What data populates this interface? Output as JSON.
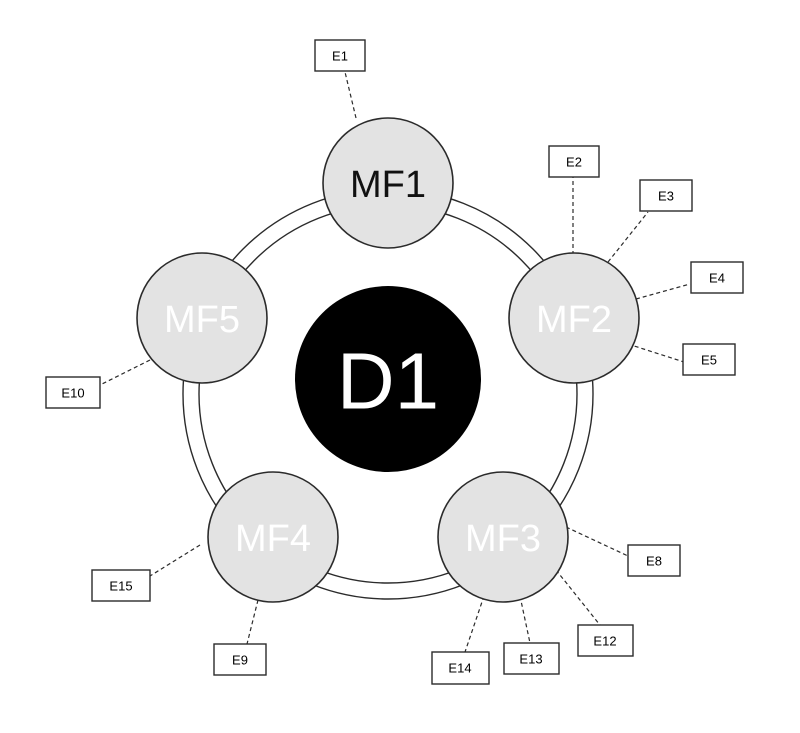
{
  "diagram": {
    "center": {
      "label": "D1",
      "fill": "#000000",
      "text_color": "#ffffff"
    },
    "nodes": [
      {
        "id": "MF1",
        "label": "MF1",
        "fill": "#e3e3e3",
        "text_color": "#111111"
      },
      {
        "id": "MF2",
        "label": "MF2",
        "fill": "#e3e3e3",
        "text_color": "#ffffff"
      },
      {
        "id": "MF3",
        "label": "MF3",
        "fill": "#e3e3e3",
        "text_color": "#ffffff"
      },
      {
        "id": "MF4",
        "label": "MF4",
        "fill": "#e3e3e3",
        "text_color": "#ffffff"
      },
      {
        "id": "MF5",
        "label": "MF5",
        "fill": "#e3e3e3",
        "text_color": "#ffffff"
      }
    ],
    "entities": [
      {
        "id": "E1",
        "label": "E1",
        "node": "MF1"
      },
      {
        "id": "E2",
        "label": "E2",
        "node": "MF2"
      },
      {
        "id": "E3",
        "label": "E3",
        "node": "MF2"
      },
      {
        "id": "E4",
        "label": "E4",
        "node": "MF2"
      },
      {
        "id": "E5",
        "label": "E5",
        "node": "MF2"
      },
      {
        "id": "E8",
        "label": "E8",
        "node": "MF3"
      },
      {
        "id": "E12",
        "label": "E12",
        "node": "MF3"
      },
      {
        "id": "E13",
        "label": "E13",
        "node": "MF3"
      },
      {
        "id": "E14",
        "label": "E14",
        "node": "MF3"
      },
      {
        "id": "E9",
        "label": "E9",
        "node": "MF4"
      },
      {
        "id": "E15",
        "label": "E15",
        "node": "MF4"
      },
      {
        "id": "E10",
        "label": "E10",
        "node": "MF5"
      }
    ]
  }
}
